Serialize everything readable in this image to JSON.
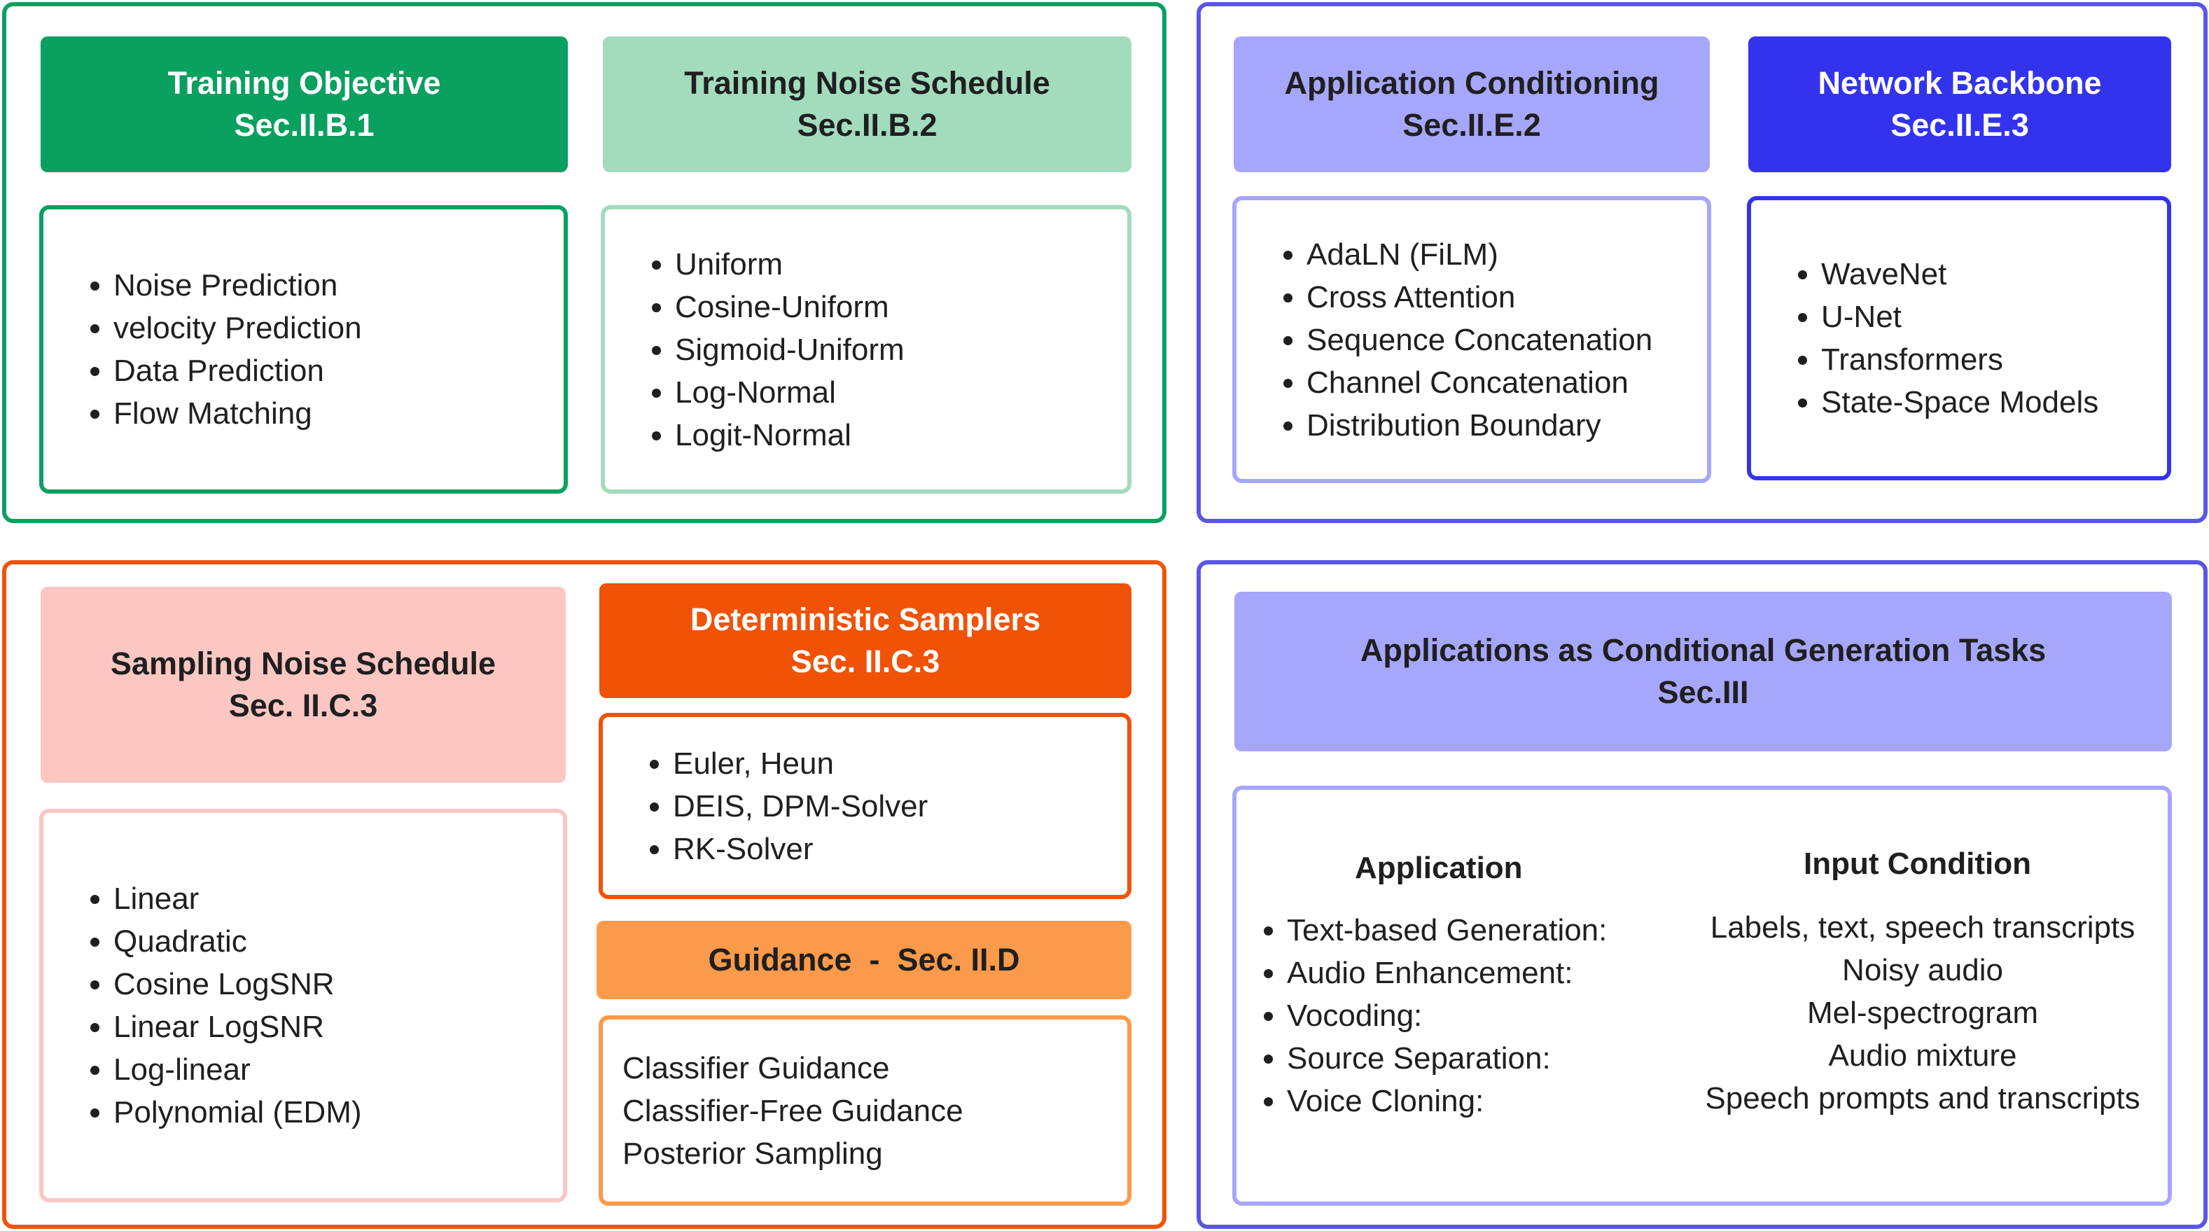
{
  "colors": {
    "green_dark": "#0aa060",
    "green_light": "#a3dbbd",
    "purple_light": "#a6a6fc",
    "blue": "#3333ee",
    "orange": "#f05208",
    "orange_light": "#fb9a4a",
    "pink": "#fcc7c3"
  },
  "training_objective": {
    "title": "Training Objective",
    "section": "Sec.II.B.1",
    "items": [
      "Noise Prediction",
      "velocity Prediction",
      "Data Prediction",
      "Flow Matching"
    ]
  },
  "training_noise_schedule": {
    "title": "Training Noise Schedule",
    "section": "Sec.II.B.2",
    "items": [
      "Uniform",
      "Cosine-Uniform",
      "Sigmoid-Uniform",
      "Log-Normal",
      "Logit-Normal"
    ]
  },
  "application_conditioning": {
    "title": "Application Conditioning",
    "section": "Sec.II.E.2",
    "items": [
      "AdaLN (FiLM)",
      "Cross Attention",
      "Sequence Concatenation",
      "Channel Concatenation",
      "Distribution Boundary"
    ]
  },
  "network_backbone": {
    "title": "Network Backbone",
    "section": "Sec.II.E.3",
    "items": [
      "WaveNet",
      "U-Net",
      "Transformers",
      "State-Space Models"
    ]
  },
  "sampling_noise_schedule": {
    "title": "Sampling Noise Schedule",
    "section": "Sec. II.C.3",
    "items": [
      "Linear",
      "Quadratic",
      "Cosine LogSNR",
      "Linear LogSNR",
      "Log-linear",
      "Polynomial (EDM)"
    ]
  },
  "deterministic_samplers": {
    "title": "Deterministic Samplers",
    "section": "Sec. II.C.3",
    "items": [
      "Euler, Heun",
      "DEIS, DPM-Solver",
      "RK-Solver"
    ]
  },
  "guidance": {
    "title": "Guidance  -  Sec. II.D",
    "items": [
      "Classifier Guidance",
      "Classifier-Free Guidance",
      "Posterior Sampling"
    ]
  },
  "applications": {
    "title": "Applications as Conditional Generation Tasks",
    "section": "Sec.III",
    "col_application": "Application",
    "col_condition": "Input Condition",
    "rows": [
      {
        "application": "Text-based Generation:",
        "condition": "Labels, text, speech transcripts"
      },
      {
        "application": "Audio Enhancement:",
        "condition": "Noisy audio"
      },
      {
        "application": "Vocoding:",
        "condition": "Mel-spectrogram"
      },
      {
        "application": "Source Separation:",
        "condition": "Audio mixture"
      },
      {
        "application": "Voice Cloning:",
        "condition": "Speech prompts and transcripts"
      }
    ]
  }
}
